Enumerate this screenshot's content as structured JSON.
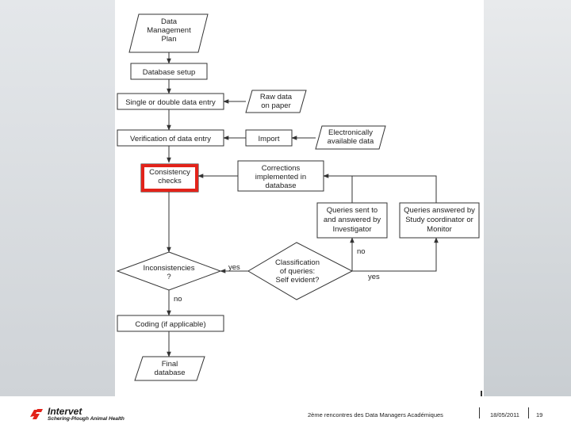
{
  "diagram": {
    "nodes": {
      "dmp": [
        "Data",
        "Management",
        "Plan"
      ],
      "db_setup": [
        "Database setup"
      ],
      "entry": [
        "Single or double data entry"
      ],
      "raw": [
        "Raw data",
        "on paper"
      ],
      "verification": [
        "Verification of data entry"
      ],
      "import": [
        "Import"
      ],
      "electronic": [
        "Electronically",
        "available data"
      ],
      "consistency": [
        "Consistency",
        "checks"
      ],
      "corrections": [
        "Corrections",
        "implemented in",
        "database"
      ],
      "queries_inv": [
        "Queries sent to",
        "and answered by",
        "Investigator"
      ],
      "queries_study": [
        "Queries answered by",
        "Study coordinator or",
        "Monitor"
      ],
      "inconsistencies": [
        "Inconsistencies",
        "?"
      ],
      "classification": [
        "Classification",
        "of queries:",
        "Self evident?"
      ],
      "coding": [
        "Coding (if applicable)"
      ],
      "final": [
        "Final",
        "database"
      ]
    },
    "edge_labels": {
      "yes_left": "yes",
      "no_up": "no",
      "yes_right": "yes",
      "no_down": "no"
    }
  },
  "footer": {
    "logo_title": "Intervet",
    "logo_subtitle": "Schering-Plough Animal Health",
    "event": "2ème rencontres des Data Managers Académiques",
    "date": "18/05/2011",
    "page": "19"
  },
  "colors": {
    "highlight": "#e2231a",
    "logo_red": "#e2231a"
  }
}
